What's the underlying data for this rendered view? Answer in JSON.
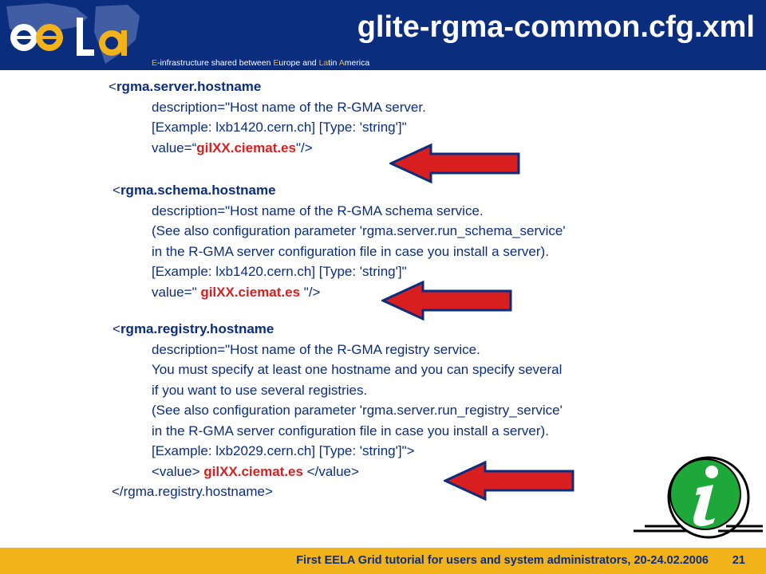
{
  "header": {
    "title": "glite-rgma-common.cfg.xml",
    "tagline": [
      {
        "text": "E",
        "hl": true
      },
      {
        "text": "-infrastructure shared between ",
        "hl": false
      },
      {
        "text": "E",
        "hl": true
      },
      {
        "text": "urope and ",
        "hl": false
      },
      {
        "text": "La",
        "hl": true
      },
      {
        "text": "tin ",
        "hl": false
      },
      {
        "text": "A",
        "hl": true
      },
      {
        "text": "merica",
        "hl": false
      }
    ],
    "logo_icon": "eela-logo-icon"
  },
  "blocks": [
    {
      "name": "server",
      "lines": [
        [
          {
            "t": "<",
            "s": ""
          },
          {
            "t": "rgma.server.hostname",
            "s": "tag"
          }
        ],
        [
          {
            "t": "description=\"Host name of the R-GMA server.",
            "s": ""
          }
        ],
        [
          {
            "t": "[Example: lxb1420.cern.ch] [Type: 'string']\"",
            "s": ""
          }
        ],
        [
          {
            "t": "value=“",
            "s": ""
          },
          {
            "t": "gilXX.ciemat.es",
            "s": "val"
          },
          {
            "t": "\"/>",
            "s": ""
          }
        ]
      ]
    },
    {
      "name": "schema",
      "lines": [
        [
          {
            "t": "<",
            "s": ""
          },
          {
            "t": "rgma.schema.hostname",
            "s": "tag"
          }
        ],
        [
          {
            "t": "description=\"Host name of the R-GMA schema service.",
            "s": ""
          }
        ],
        [
          {
            "t": "(See also configuration parameter 'rgma.server.run_schema_service'",
            "s": ""
          }
        ],
        [
          {
            "t": "in the R-GMA server configuration file in case you install a server).",
            "s": ""
          }
        ],
        [
          {
            "t": "[Example: lxb1420.cern.ch] [Type: 'string']\"",
            "s": ""
          }
        ],
        [
          {
            "t": "value=\" ",
            "s": ""
          },
          {
            "t": "gilXX.ciemat.es",
            "s": "val"
          },
          {
            "t": " \"/>",
            "s": ""
          }
        ]
      ]
    },
    {
      "name": "registry",
      "lines": [
        [
          {
            "t": "<",
            "s": ""
          },
          {
            "t": "rgma.registry.hostname",
            "s": "tag"
          }
        ],
        [
          {
            "t": "description=\"Host name of the R-GMA registry service.",
            "s": ""
          }
        ],
        [
          {
            "t": "You must specify at least one hostname and you can specify several",
            "s": ""
          }
        ],
        [
          {
            "t": "if you want to use several registries.",
            "s": ""
          }
        ],
        [
          {
            "t": "(See also configuration parameter 'rgma.server.run_registry_service'",
            "s": ""
          }
        ],
        [
          {
            "t": "in the R-GMA server configuration file in case you install a server).",
            "s": ""
          }
        ],
        [
          {
            "t": "[Example: lxb2029.cern.ch] [Type: 'string']\">",
            "s": ""
          }
        ],
        [
          {
            "t": "<value> ",
            "s": ""
          },
          {
            "t": "gilXX.ciemat.es",
            "s": "val"
          },
          {
            "t": " </value>",
            "s": ""
          }
        ],
        [
          {
            "t": "</rgma.registry.hostname>",
            "s": ""
          }
        ]
      ]
    }
  ],
  "decor": {
    "arrow_icon": "red-arrow-icon",
    "info_icon": "info-icon"
  },
  "footer": {
    "text": "First EELA Grid tutorial for users and system administrators, 20-24.02.2006",
    "page_number": "21"
  },
  "colors": {
    "header_bg": "#0b2d7e",
    "footer_bg": "#f2b21a",
    "text": "#0b2d7e",
    "accent": "#d81e1e",
    "info_green": "#1fa83a"
  }
}
